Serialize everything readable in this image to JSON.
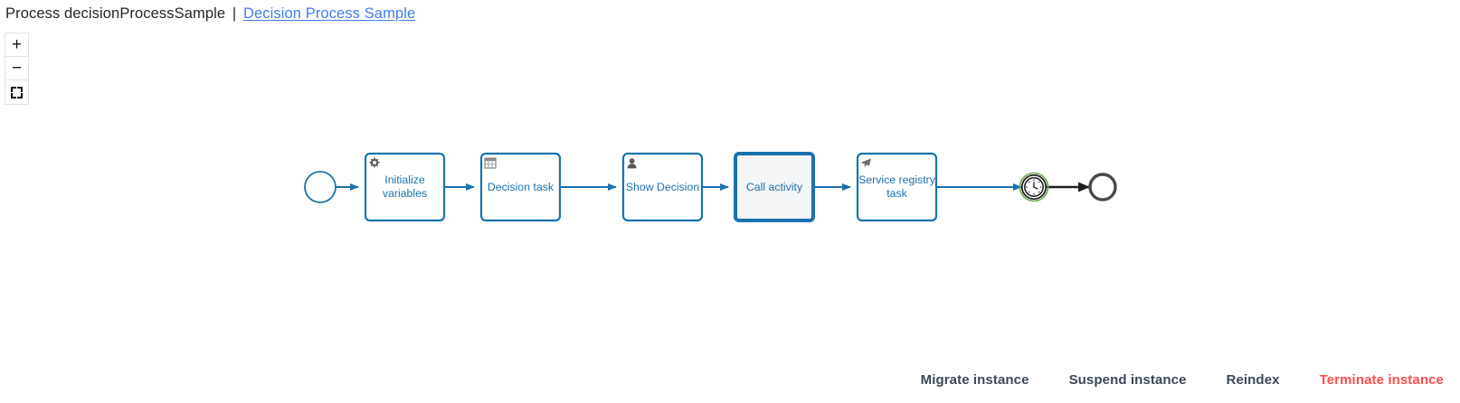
{
  "header": {
    "prefix": "Process decisionProcessSample",
    "separator": "|",
    "link_label": "Decision Process Sample",
    "link_color": "#3d7eea"
  },
  "zoom_controls": {
    "zoom_in_label": "+",
    "zoom_in_icon": "plus-icon",
    "zoom_out_label": "−",
    "zoom_out_icon": "minus-icon",
    "fit_icon": "fit-to-screen-icon"
  },
  "diagram": {
    "type": "bpmn-process-diagram",
    "colors": {
      "element_stroke": "#1a72af",
      "element_label": "#1a72af",
      "call_activity_fill": "#f4f5f7",
      "completed_stroke": "#3a3a3a",
      "active_marker": "#6aa84f"
    },
    "nodes": [
      {
        "id": "start-event",
        "kind": "start-event",
        "label": "",
        "icon": ""
      },
      {
        "id": "initialize-variables",
        "kind": "script-task",
        "label": "Initialize variables",
        "icon": "gear-icon"
      },
      {
        "id": "decision-task",
        "kind": "business-rule-task",
        "label": "Decision task",
        "icon": "table-icon"
      },
      {
        "id": "show-decision",
        "kind": "user-task",
        "label": "Show Decision",
        "icon": "user-icon"
      },
      {
        "id": "call-activity",
        "kind": "call-activity",
        "label": "Call activity",
        "icon": ""
      },
      {
        "id": "service-registry-task",
        "kind": "send-task",
        "label": "Service registry task",
        "icon": "send-icon"
      },
      {
        "id": "timer-event",
        "kind": "timer-intermediate-event",
        "label": "",
        "icon": "clock-icon"
      },
      {
        "id": "end-event",
        "kind": "end-event",
        "label": "",
        "icon": ""
      }
    ],
    "flows": [
      {
        "from": "start-event",
        "to": "initialize-variables",
        "state": "active"
      },
      {
        "from": "initialize-variables",
        "to": "decision-task",
        "state": "active"
      },
      {
        "from": "decision-task",
        "to": "show-decision",
        "state": "active"
      },
      {
        "from": "show-decision",
        "to": "call-activity",
        "state": "active"
      },
      {
        "from": "call-activity",
        "to": "service-registry-task",
        "state": "active"
      },
      {
        "from": "service-registry-task",
        "to": "timer-event",
        "state": "active"
      },
      {
        "from": "timer-event",
        "to": "end-event",
        "state": "completed"
      }
    ]
  },
  "actions": [
    {
      "id": "migrate-instance",
      "label": "Migrate instance",
      "variant": "default"
    },
    {
      "id": "suspend-instance",
      "label": "Suspend instance",
      "variant": "default"
    },
    {
      "id": "reindex",
      "label": "Reindex",
      "variant": "default"
    },
    {
      "id": "terminate-instance",
      "label": "Terminate instance",
      "variant": "danger"
    }
  ]
}
